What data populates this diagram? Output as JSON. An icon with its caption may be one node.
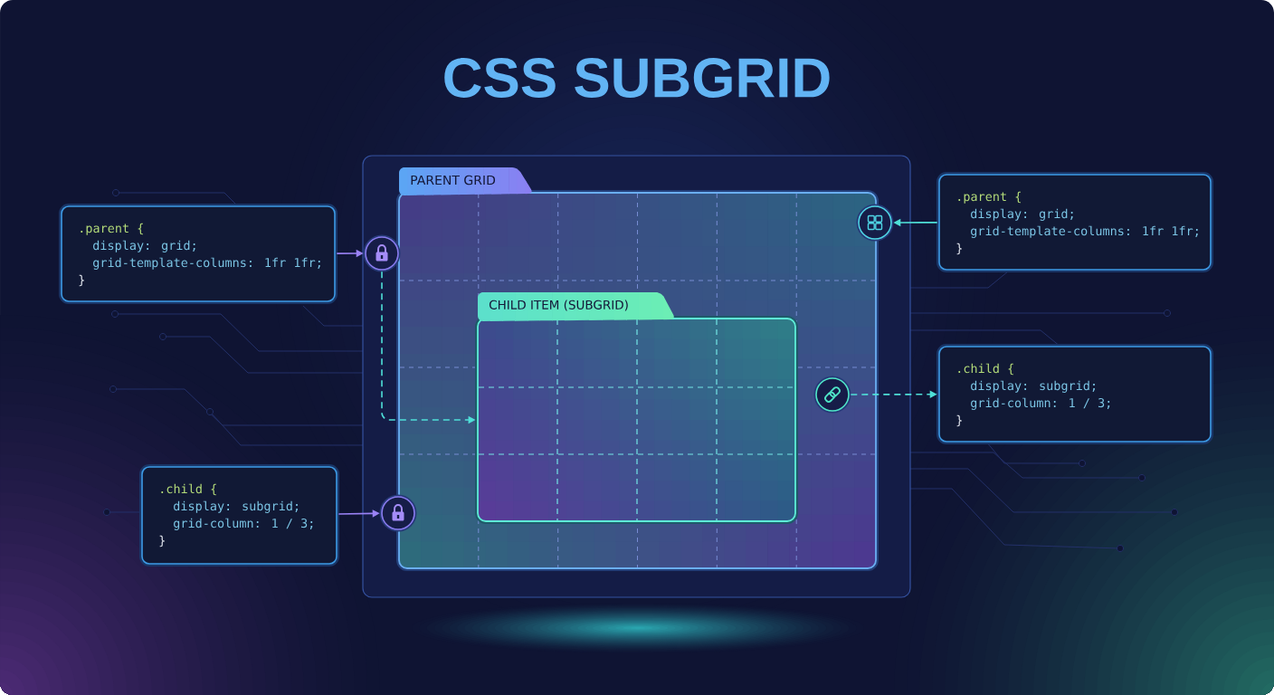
{
  "diagram": {
    "title": "CSS SUBGRID",
    "nodes": [
      {
        "text": [
          "PARENT GRID"
        ]
      },
      {
        "text": [
          "CHILD ITEM (SUBGRID)"
        ],
        "in": 0
      },
      {
        "text": [
          ".parent {",
          "display: grid;",
          "grid-template-columns: 1fr 1fr;",
          "}"
        ]
      },
      {
        "text": [
          ".child {",
          "display: subgrid;",
          "grid-column: 1 / 3;",
          "}"
        ]
      },
      {
        "text": [
          ".parent {",
          "display: grid;",
          "grid-template-columns: 1fr 1fr;",
          "}"
        ]
      },
      {
        "text": [
          ".child {",
          "display: subgrid;",
          "grid-column: 1 / 3;",
          "}"
        ]
      },
      {
        "text": [],
        "shape": "circle"
      },
      {
        "text": [],
        "shape": "circle"
      },
      {
        "text": [],
        "shape": "circle"
      },
      {
        "text": [],
        "shape": "circle",
        "in": 0
      }
    ],
    "edges": [
      {
        "from": 2,
        "to": 6,
        "arrow": "to",
        "color": "#9a82f5"
      },
      {
        "from": 3,
        "to": 7,
        "arrow": "to",
        "color": "#9a82f5"
      },
      {
        "from": 4,
        "to": 8,
        "arrow": "to"
      },
      {
        "from": 9,
        "to": 5,
        "arrow": "to",
        "style": "dashed"
      },
      {
        "from": 6,
        "to": 1,
        "arrow": "to",
        "style": "dashed"
      }
    ]
  }
}
